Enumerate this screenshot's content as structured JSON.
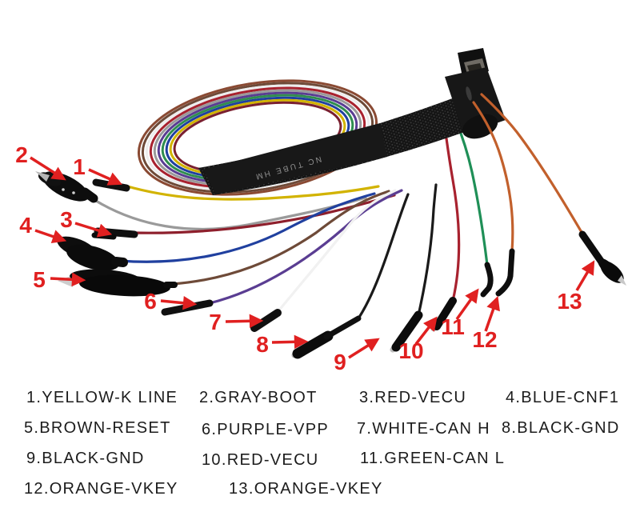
{
  "page": {
    "background": "#ffffff"
  },
  "photo": {
    "sleeve_marking": "NC TUBE HM",
    "annotation_color": "#e02020",
    "wire_colors": {
      "yellow": "#d2b300",
      "gray": "#9a9a9a",
      "red": "#a8222f",
      "blue": "#20409f",
      "brown": "#6e4a38",
      "purple": "#5a3d92",
      "white": "#f1f1f1",
      "black": "#1a1a1a",
      "green": "#1f8f57",
      "orange": "#c2602c",
      "dark_red": "#8e1f2c"
    },
    "coil_strands": [
      "#8a4a33",
      "#6e4a38",
      "#ededed",
      "#a8222f",
      "#9a9a9a",
      "#5a3d92",
      "#2f8d4f",
      "#20409f",
      "#d2b300",
      "#7a2030"
    ],
    "markers": [
      {
        "num": "1"
      },
      {
        "num": "2"
      },
      {
        "num": "3"
      },
      {
        "num": "4"
      },
      {
        "num": "5"
      },
      {
        "num": "6"
      },
      {
        "num": "7"
      },
      {
        "num": "8"
      },
      {
        "num": "9"
      },
      {
        "num": "10"
      },
      {
        "num": "11"
      },
      {
        "num": "12"
      },
      {
        "num": "13"
      }
    ]
  },
  "legend": {
    "items": [
      {
        "text": "1.YELLOW-K LINE"
      },
      {
        "text": "2.GRAY-BOOT"
      },
      {
        "text": "3.RED-VECU"
      },
      {
        "text": "4.BLUE-CNF1"
      },
      {
        "text": "5.BROWN-RESET"
      },
      {
        "text": "6.PURPLE-VPP"
      },
      {
        "text": "7.WHITE-CAN H"
      },
      {
        "text": "8.BLACK-GND"
      },
      {
        "text": "9.BLACK-GND"
      },
      {
        "text": "10.RED-VECU"
      },
      {
        "text": "11.GREEN-CAN L"
      },
      {
        "text": "12.ORANGE-VKEY"
      },
      {
        "text": "13.ORANGE-VKEY"
      }
    ]
  }
}
